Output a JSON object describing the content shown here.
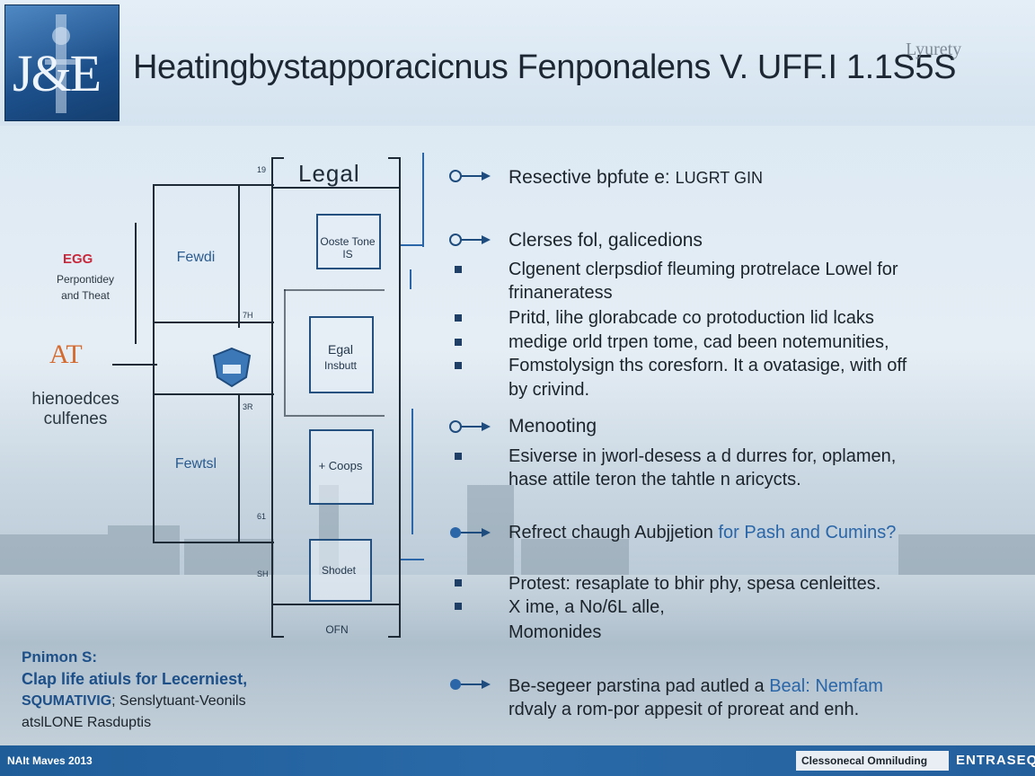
{
  "header": {
    "logo_text": "J&E",
    "title": "Heatingbystapporacicnus Fenponalens V. UFF.I 1.1S5S",
    "title_overlay": "Lyurety"
  },
  "left": {
    "logo_mark": "EGG",
    "logo_caption_1": "Perpontidey",
    "logo_caption_2": "and Theat",
    "orange_mark": "AT",
    "big_1": "hienoedces",
    "big_2": "culfenes"
  },
  "diagram": {
    "title": "Legal",
    "box_top": "Ooste Tone IS",
    "box_egal_1": "Egal",
    "box_egal_2": "Insbutt",
    "box_coops": "+ Coops",
    "box_shod": "Shodet",
    "bottom_label": "OFN",
    "left_box_1": "Fewdi",
    "left_box_2": "Fewtsl",
    "tag_19": "19",
    "tag_7h": "7H",
    "tag_3r": "3R",
    "tag_b1": "61",
    "tag_sh": "SH"
  },
  "right": {
    "h1_label": "Resective bpfute e:",
    "h1_suffix": "LUGRT GIN",
    "h2": "Clerses fol, galicedions",
    "b1_l1": "Clgenent clerpsdiof fleuming protrelace Lowel for",
    "b1_l2": "frinaneratess",
    "b2": "Pritd, lihe glorabcade co protoduction lid lcaks",
    "b3": "medige orld trpen tome, cad been notemunities,",
    "b4_l1": "Fomstolysign ths coresforn. It a ovatasige, with off",
    "b4_l2": "by crivind.",
    "h3": "Menooting",
    "b5_l1": "Esiverse in jworl-desess a d durres for, oplamen,",
    "b5_l2": "hase attile teron the tahtle n aricycts.",
    "h4_dark": "Refrect chaugh Aubjjetion",
    "h4_blue": "for Pash and Cumins?",
    "b6": "Protest: resaplate to bhir phy, spesa cenleittes.",
    "b7": "X ime, a No/6L alle,",
    "b7_l2": "Momonides",
    "h5_dark": "Be-segeer parstina pad autled a",
    "h5_blue": "Beal: Nemfam",
    "h5_l2": "rdvaly a rom-por appesit of proreat and enh."
  },
  "bottom_left": {
    "line1": "Pnimon S:",
    "line2": "Clap life atiuls for Lecerniest,",
    "line3_bold": "SQUMATIVIG",
    "line3_rest": "; Senslytuant-Veonils",
    "line4": "atslLONE Rasduptis"
  },
  "footer": {
    "left": "NAIt Maves 2013",
    "right": "Clessonecal Omniluding",
    "brand": "ENTRASEQ"
  },
  "colors": {
    "accent": "#2a66a8",
    "footer_bg": "#2a6aa8",
    "box_border": "#24507f"
  }
}
